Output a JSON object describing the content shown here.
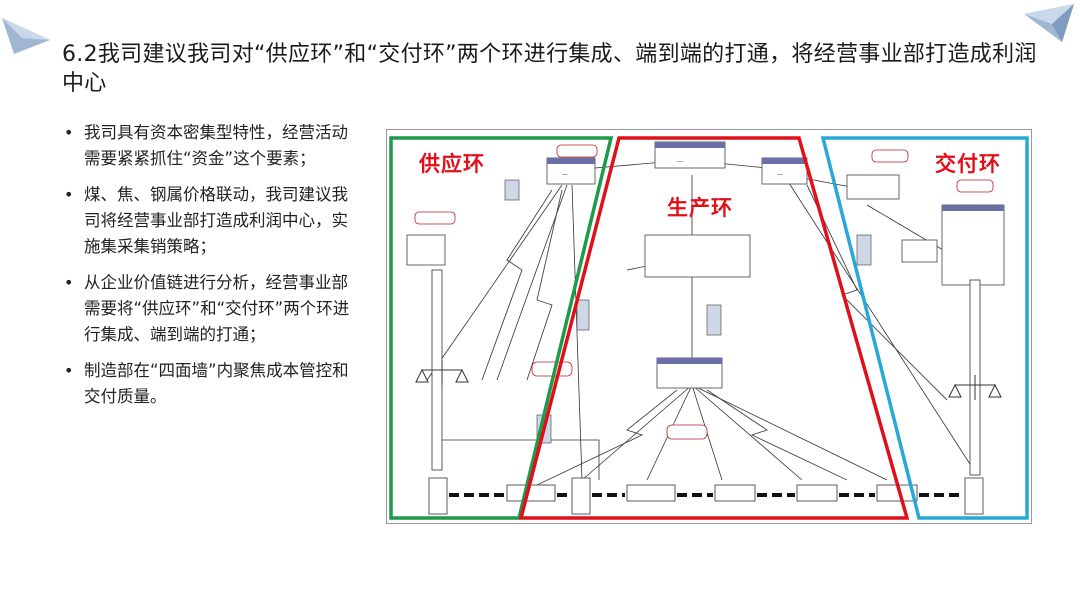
{
  "title": "6.2我司建议我司对“供应环”和“交付环”两个环进行集成、端到端的打通，将经营事业部打造成利润中心",
  "bullets": [
    "我司具有资本密集型特性，经营活动需要紧紧抓住“资金”这个要素；",
    "煤、焦、钢属价格联动，我司建议我司将经营事业部打造成利润中心，实施集采集销策略；",
    "从企业价值链进行分析，经营事业部需要将“供应环”和“交付环”两个环进行集成、端到端的打通；",
    "制造部在“四面墙”内聚焦成本管控和交付质量。"
  ],
  "diagram": {
    "zones": {
      "supply": "供应环",
      "production": "生产环",
      "delivery": "交付环"
    },
    "colors": {
      "supply": "#1f9a4a",
      "production": "#e0101a",
      "delivery": "#29a8d8",
      "label": "#e0101a"
    }
  }
}
